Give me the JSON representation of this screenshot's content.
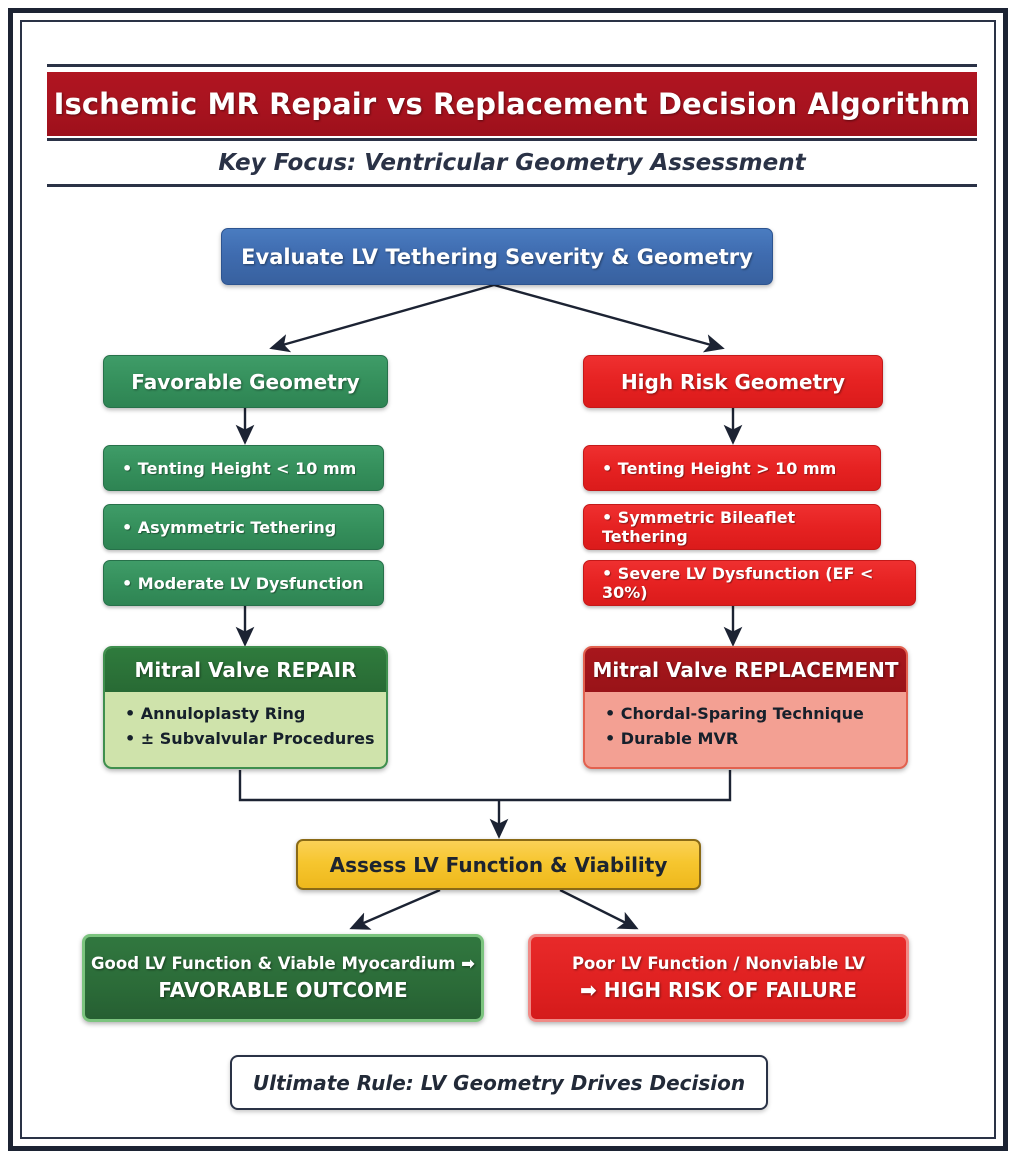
{
  "header": {
    "title": "Ischemic MR Repair vs Replacement Decision Algorithm",
    "subtitle": "Key Focus: Ventricular Geometry Assessment"
  },
  "root": {
    "label": "Evaluate LV Tethering Severity & Geometry"
  },
  "branches": {
    "left": {
      "heading": "Favorable Geometry",
      "criteria": [
        "•  Tenting Height < 10 mm",
        "•  Asymmetric Tethering",
        "•  Moderate LV Dysfunction"
      ],
      "treatment": {
        "title": "Mitral Valve REPAIR",
        "items": [
          "•  Annuloplasty Ring",
          "•  ± Subvalvular Procedures"
        ]
      }
    },
    "right": {
      "heading": "High Risk Geometry",
      "criteria": [
        "•  Tenting Height > 10 mm",
        "•  Symmetric Bileaflet Tethering",
        "•  Severe LV Dysfunction (EF < 30%)"
      ],
      "treatment": {
        "title": "Mitral Valve REPLACEMENT",
        "items": [
          "•  Chordal-Sparing Technique",
          "•  Durable MVR"
        ]
      }
    }
  },
  "assessment": {
    "label": "Assess LV Function & Viability"
  },
  "outcomes": {
    "favorable": {
      "line1": "Good LV Function & Viable Myocardium ➡",
      "line2": "FAVORABLE OUTCOME"
    },
    "high_risk": {
      "line1": "Poor LV Function / Nonviable LV",
      "line2": "➡ HIGH RISK OF FAILURE"
    }
  },
  "footer": {
    "label": "Ultimate Rule: LV Geometry Drives Decision"
  },
  "colors": {
    "title_bar": "#a8131f",
    "root_blue": "#3f6cb0",
    "favorable_green": "#35905c",
    "high_risk_red": "#e62222",
    "repair_body": "#cfe3ab",
    "replacement_body": "#f3a093",
    "assessment_gold": "#f6c62f",
    "connector": "#1c2333",
    "frame": "#1c2333"
  }
}
